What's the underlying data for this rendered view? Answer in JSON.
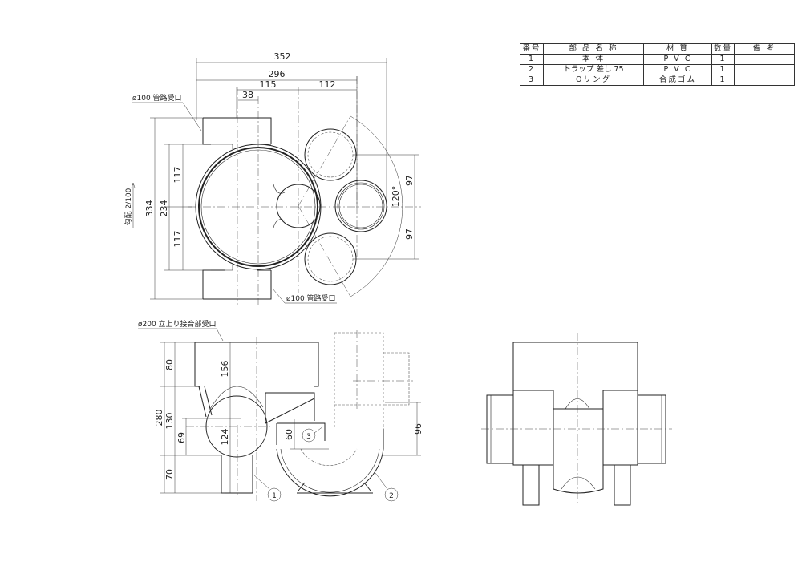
{
  "parts_table": {
    "headers": [
      "番号",
      "部 品 名 称",
      "材 質",
      "数量",
      "備 考"
    ],
    "rows": [
      [
        "1",
        "本 体",
        "P V C",
        "1",
        ""
      ],
      [
        "2",
        "トラップ 差し 75",
        "P V C",
        "1",
        ""
      ],
      [
        "3",
        "Oリング",
        "合成ゴム",
        "1",
        ""
      ]
    ]
  },
  "plan_view": {
    "dims": {
      "d352": "352",
      "d296": "296",
      "d115": "115",
      "d112": "112",
      "d38": "38",
      "d334": "334",
      "d234": "234",
      "d117a": "117",
      "d117b": "117",
      "d97a": "97",
      "d97b": "97",
      "angle": "120°"
    },
    "label_inlet_top": "ø100 管路受口",
    "label_inlet_bottom": "ø100 管路受口",
    "slope": "勾配 2/100"
  },
  "front_view": {
    "label_riser": "ø200 立上り接合部受口",
    "dims": {
      "d280": "280",
      "d80": "80",
      "d130": "130",
      "d70": "70",
      "d69": "69",
      "d156": "156",
      "d124": "124",
      "d60": "60",
      "d96": "96"
    },
    "callouts": [
      "1",
      "2",
      "3"
    ]
  }
}
